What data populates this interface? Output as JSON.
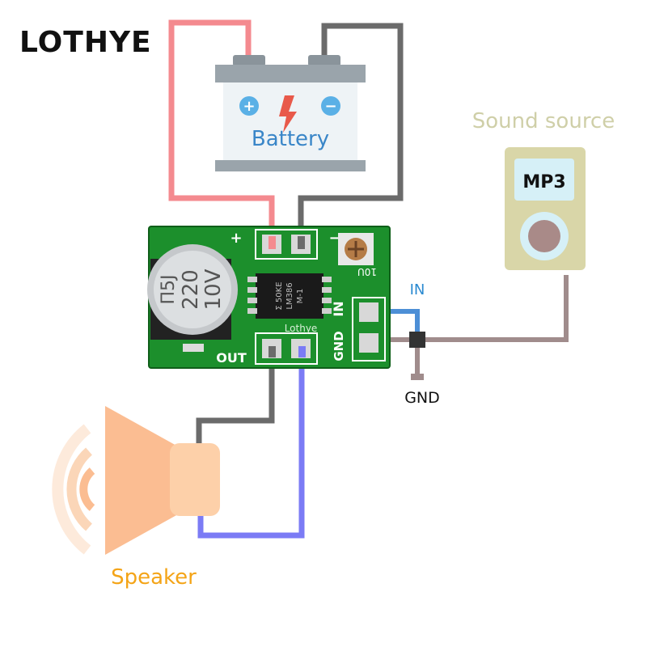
{
  "brand": {
    "logo_text": "LOTHYE"
  },
  "battery": {
    "label": "Battery",
    "plus_symbol": "+",
    "minus_symbol": "−"
  },
  "sound_source": {
    "label": "Sound source",
    "device_text": "MP3"
  },
  "board": {
    "silk_plus": "+",
    "silk_minus": "−",
    "silk_out": "OUT",
    "silk_in": "IN",
    "silk_gnd": "GND",
    "silk_10u": "10U",
    "silk_logo": "Lothye",
    "capacitor_markings": [
      "Π5J",
      "220",
      "10V"
    ],
    "chip_markings": [
      "Σ 50KE",
      "LM386",
      "M-1"
    ]
  },
  "labels": {
    "in": "IN",
    "gnd": "GND",
    "speaker": "Speaker"
  },
  "colors": {
    "wire_red": "#f48a8f",
    "wire_dark": "#666666",
    "wire_blue": "#4d8fd6",
    "wire_gnd": "#a08c8c",
    "wire_speaker": "#7b7bf5",
    "pcb_green": "#1c8f2c",
    "battery_body": "#eef3f6",
    "battery_top": "#9aa4ab",
    "mp3_body": "#d9d6a8",
    "mp3_screen": "#d6f0f7",
    "speaker_orange": "#fbbd92",
    "speaker_label": "#f4a417",
    "sound_label": "#cfcfa8",
    "in_label": "#2b8ad1"
  }
}
